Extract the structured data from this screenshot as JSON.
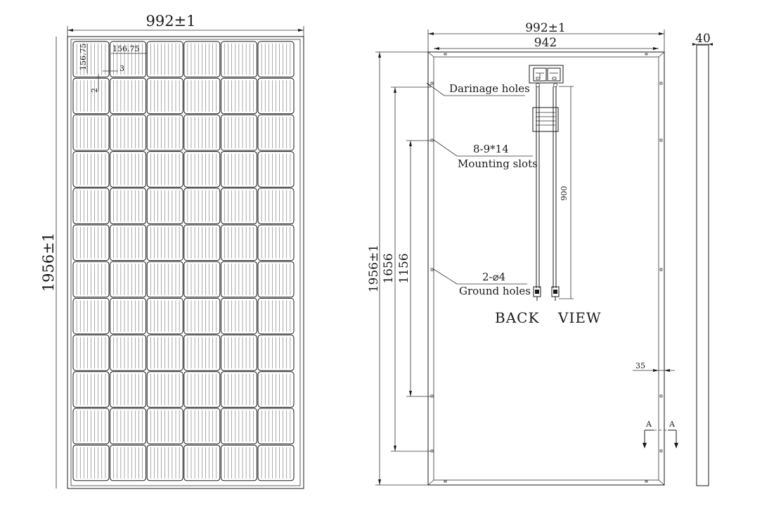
{
  "front_view": {
    "width_dim": "992±1",
    "height_dim": "1956±1",
    "cell_pitch_x": "156.75",
    "cell_pitch_y": "156.75",
    "cell_gap_x": "3",
    "cell_gap_y": "2",
    "cell_columns": 6,
    "cell_rows": 12
  },
  "back_view": {
    "title_left": "BACK",
    "title_right": "VIEW",
    "width_dim": "992±1",
    "inner_width_dim": "942",
    "height_dim": "1956±1",
    "slot_span_dim": "1656",
    "mount_span_dim": "1156",
    "cable_length_dim": "900",
    "frame_width_dim": "35",
    "drainage_label": "Darinage holes",
    "mounting_spec": "8-9*14",
    "mounting_label": "Mounting slots",
    "ground_spec": "2-⌀4",
    "ground_label": "Ground holes",
    "section_left": "A",
    "section_right": "A"
  },
  "side_view": {
    "thickness_dim": "40"
  }
}
